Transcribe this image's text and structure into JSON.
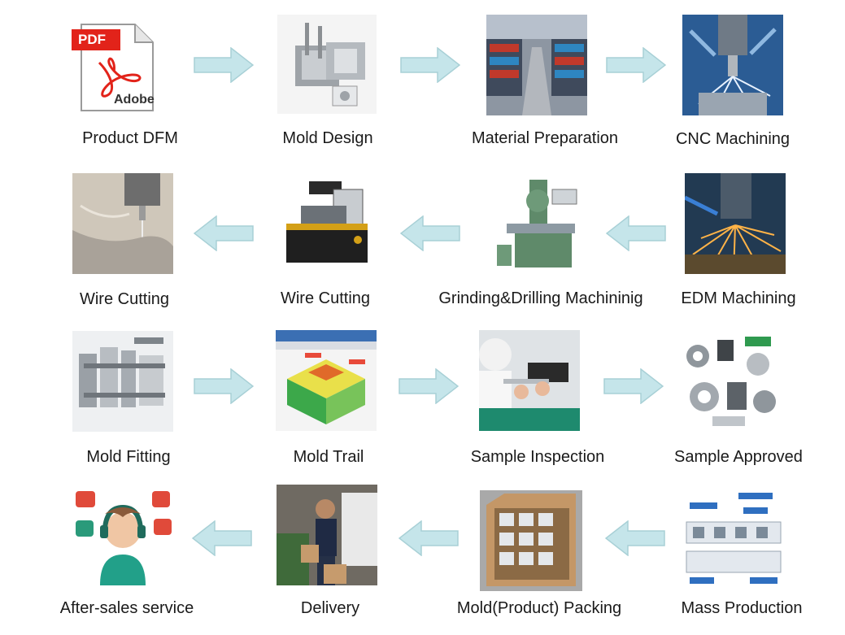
{
  "rows": [
    [
      {
        "label": "Product DFM",
        "icon": "pdf-document-icon"
      },
      {
        "label": "Mold Design",
        "icon": "mold-3d-model"
      },
      {
        "label": "Material Preparation",
        "icon": "warehouse-photo"
      },
      {
        "label": "CNC Machining",
        "icon": "cnc-spindle-photo"
      }
    ],
    [
      {
        "label": "EDM Machining",
        "icon": "edm-sparks-photo"
      },
      {
        "label": "Grinding&Drilling Machininig",
        "icon": "grinding-machine-photo"
      },
      {
        "label": "Wire Cutting",
        "icon": "wire-edm-machine-photo"
      },
      {
        "label": "Wire Cutting",
        "icon": "wire-cutting-closeup-photo"
      }
    ],
    [
      {
        "label": "Mold Fitting",
        "icon": "mold-assembly-photo"
      },
      {
        "label": "Mold Trail",
        "icon": "mold-simulation-screenshot"
      },
      {
        "label": "Sample Inspection",
        "icon": "caliper-inspection-photo"
      },
      {
        "label": "Sample Approved",
        "icon": "parts-collection-photo"
      }
    ],
    [
      {
        "label": "Mass Production",
        "icon": "production-line-diagram"
      },
      {
        "label": "Mold(Product) Packing",
        "icon": "packing-box-photo"
      },
      {
        "label": "Delivery",
        "icon": "delivery-man-photo"
      },
      {
        "label": "After-sales service",
        "icon": "headset-support-icon"
      }
    ]
  ],
  "pdf_icon": {
    "badge": "PDF",
    "brand": "Adobe"
  },
  "colors": {
    "arrow_fill": "#c5e5ea",
    "arrow_stroke": "#a8d0d6",
    "pdf_red": "#e2231a",
    "caption": "#1a1a1a"
  }
}
